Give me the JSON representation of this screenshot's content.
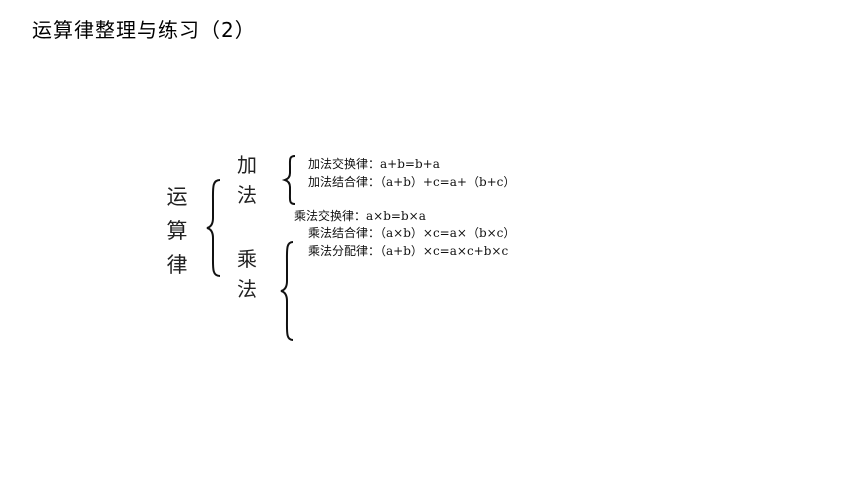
{
  "title": "运算律整理与练习（2）",
  "main_label": [
    "运",
    "算",
    "律"
  ],
  "addition": {
    "label": [
      "加",
      "法"
    ],
    "laws": [
      {
        "name": "加法交换律：",
        "formula": "a+b=b+a"
      },
      {
        "name": "加法结合律：",
        "formula": "（a+b）+c=a+（b+c）"
      }
    ]
  },
  "multiplication": {
    "label": [
      "乘",
      "法"
    ],
    "laws": [
      {
        "name": "乘法交换律：",
        "formula": "a×b=b×a"
      },
      {
        "name": "乘法结合律：",
        "formula": "（a×b）×c=a×（b×c）"
      },
      {
        "name": "乘法分配律：",
        "formula": "（a+b）×c=a×c+b×c"
      }
    ]
  }
}
